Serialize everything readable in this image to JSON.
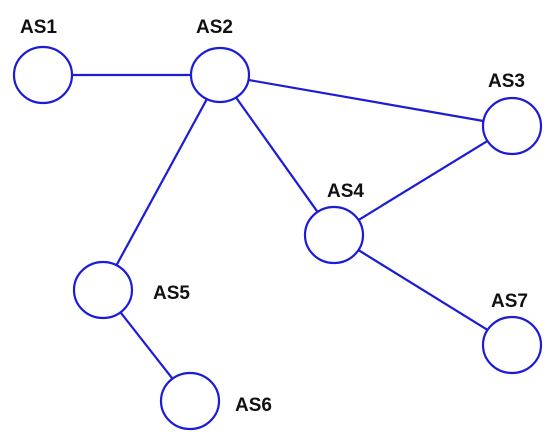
{
  "colors": {
    "edge": "#1c1cd6",
    "node_stroke": "#1c1cd6",
    "node_fill": "#ffffff",
    "label": "#111111",
    "background": "#ffffff"
  },
  "nodes": [
    {
      "id": "AS1",
      "label": "AS1"
    },
    {
      "id": "AS2",
      "label": "AS2"
    },
    {
      "id": "AS3",
      "label": "AS3"
    },
    {
      "id": "AS4",
      "label": "AS4"
    },
    {
      "id": "AS5",
      "label": "AS5"
    },
    {
      "id": "AS6",
      "label": "AS6"
    },
    {
      "id": "AS7",
      "label": "AS7"
    }
  ],
  "edges": [
    {
      "from": "AS1",
      "to": "AS2"
    },
    {
      "from": "AS2",
      "to": "AS3"
    },
    {
      "from": "AS2",
      "to": "AS4"
    },
    {
      "from": "AS2",
      "to": "AS5"
    },
    {
      "from": "AS3",
      "to": "AS4"
    },
    {
      "from": "AS4",
      "to": "AS7"
    },
    {
      "from": "AS5",
      "to": "AS6"
    }
  ]
}
